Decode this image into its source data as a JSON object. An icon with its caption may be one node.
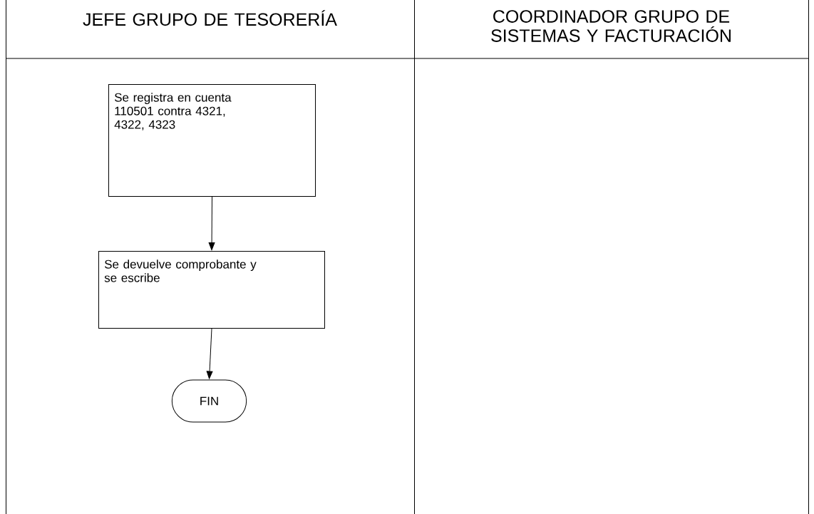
{
  "diagram": {
    "nodes": [
      {
        "text": [
          "JEFE GRUPO DE TESORERÍA"
        ]
      },
      {
        "text": [
          "COORDINADOR GRUPO DE SISTEMAS Y FACTURACIÓN"
        ]
      },
      {
        "text": [
          "Se registra en cuenta 110501 contra 4321, 4322, 4323"
        ],
        "in": 0
      },
      {
        "text": [
          "Se devuelve comprobante y se escribe"
        ],
        "in": 0
      },
      {
        "text": [
          "FIN"
        ],
        "in": 0
      }
    ],
    "edges": [
      {
        "from": 2,
        "to": 3,
        "arrow": "to"
      },
      {
        "from": 3,
        "to": 4,
        "arrow": "to"
      }
    ]
  }
}
